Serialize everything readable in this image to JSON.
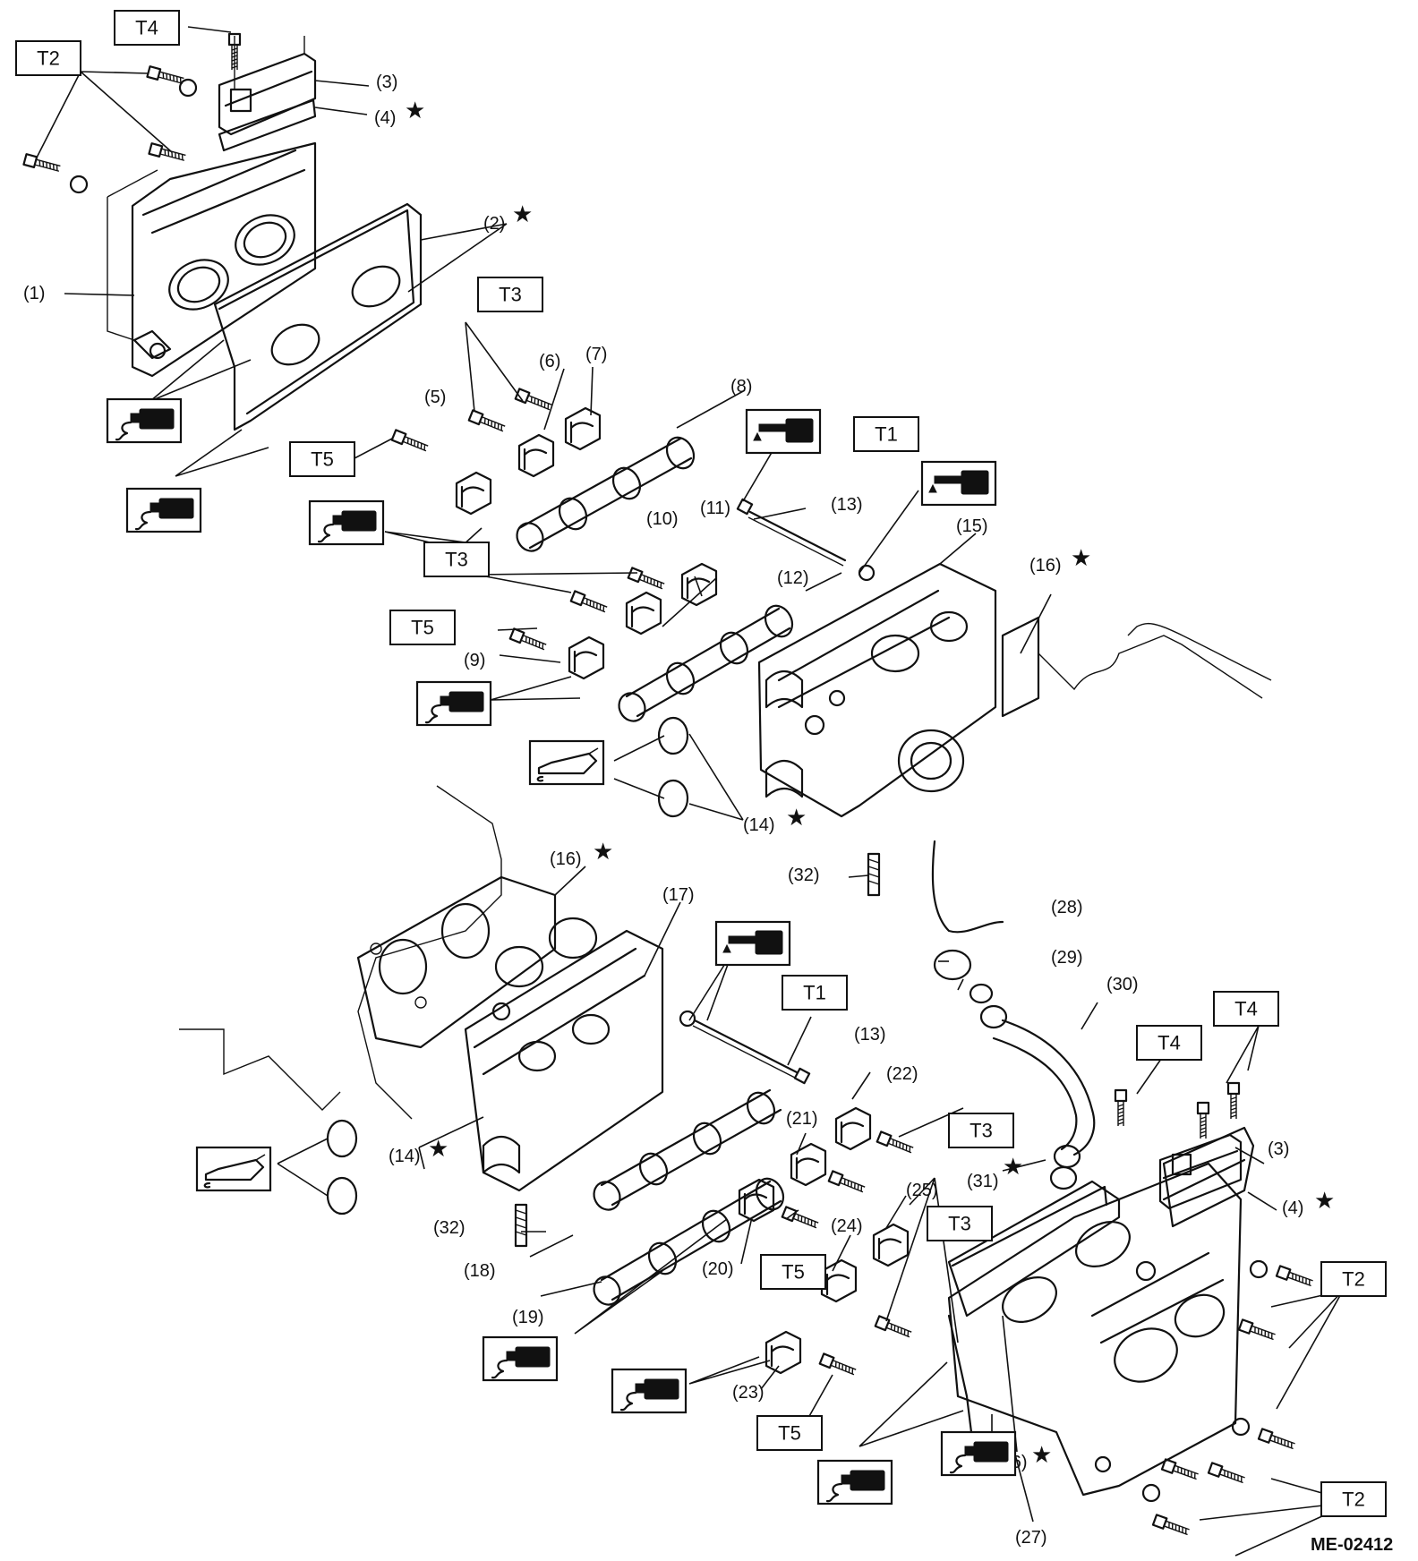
{
  "figure_id": "ME-02412",
  "star_symbol": "★",
  "callouts": {
    "c1": "(1)",
    "c2": "(2)",
    "c3": "(3)",
    "c4": "(4)",
    "c5": "(5)",
    "c6": "(6)",
    "c7": "(7)",
    "c8": "(8)",
    "c9": "(9)",
    "c10": "(10)",
    "c11": "(11)",
    "c12": "(12)",
    "c13": "(13)",
    "c14": "(14)",
    "c15": "(15)",
    "c16": "(16)",
    "c17": "(17)",
    "c18": "(18)",
    "c19": "(19)",
    "c20": "(20)",
    "c21": "(21)",
    "c22": "(22)",
    "c23": "(23)",
    "c24": "(24)",
    "c25": "(25)",
    "c26": "(26)",
    "c27": "(27)",
    "c28": "(28)",
    "c29": "(29)",
    "c30": "(30)",
    "c31": "(31)",
    "c32": "(32)"
  },
  "torque_labels": {
    "t1": "T1",
    "t2": "T2",
    "t3": "T3",
    "t4": "T4",
    "t5": "T5"
  },
  "icons": {
    "sealant": "sealant-icon",
    "oil": "oil-can-icon",
    "grease": "grease-gun-icon"
  }
}
